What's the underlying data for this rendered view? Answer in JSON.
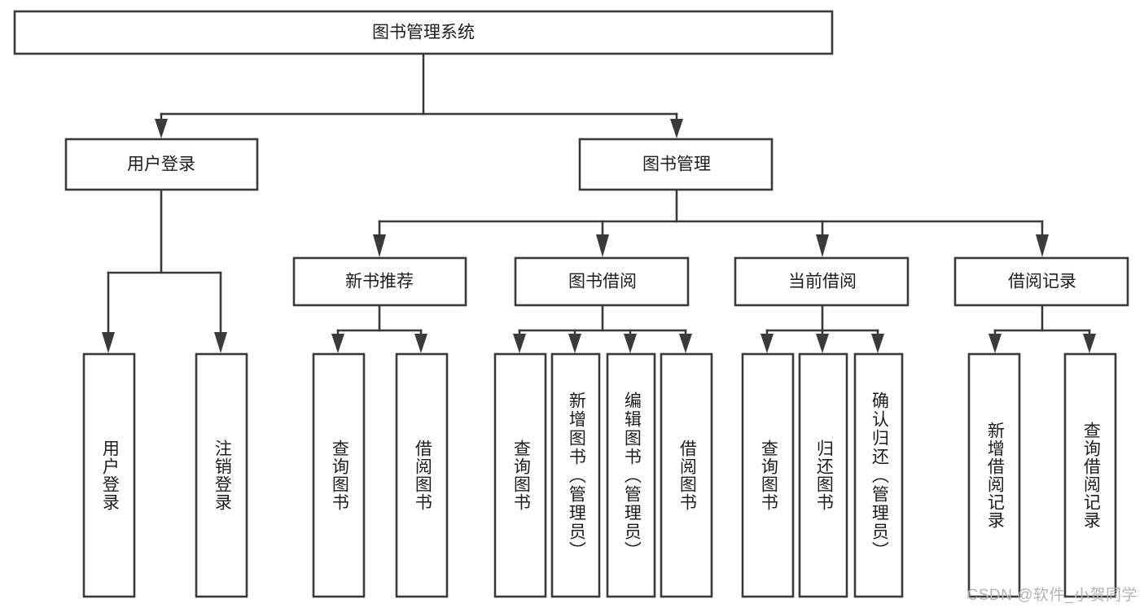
{
  "diagram": {
    "title_node": {
      "label": "图书管理系统"
    },
    "level2": [
      {
        "id": "user-login",
        "label": "用户登录"
      },
      {
        "id": "book-management",
        "label": "图书管理"
      }
    ],
    "level3": [
      {
        "id": "new-book-recommend",
        "label": "新书推荐"
      },
      {
        "id": "book-borrow",
        "label": "图书借阅"
      },
      {
        "id": "current-borrow",
        "label": "当前借阅"
      },
      {
        "id": "borrow-record",
        "label": "借阅记录"
      }
    ],
    "leaves": [
      {
        "id": "leaf-user-login",
        "label": "用户登录",
        "parent": "user-login"
      },
      {
        "id": "leaf-user-logout",
        "label": "注销登录",
        "parent": "user-login"
      },
      {
        "id": "leaf-query-book-1",
        "label": "查询图书",
        "parent": "new-book-recommend"
      },
      {
        "id": "leaf-borrow-book-1",
        "label": "借阅图书",
        "parent": "new-book-recommend"
      },
      {
        "id": "leaf-query-book-2",
        "label": "查询图书",
        "parent": "book-borrow"
      },
      {
        "id": "leaf-add-book",
        "label": "新增图书（管理员）",
        "parent": "book-borrow"
      },
      {
        "id": "leaf-edit-book",
        "label": "编辑图书（管理员）",
        "parent": "book-borrow"
      },
      {
        "id": "leaf-borrow-book-2",
        "label": "借阅图书",
        "parent": "book-borrow"
      },
      {
        "id": "leaf-query-book-3",
        "label": "查询图书",
        "parent": "current-borrow"
      },
      {
        "id": "leaf-return-book",
        "label": "归还图书",
        "parent": "current-borrow"
      },
      {
        "id": "leaf-confirm-return",
        "label": "确认归还（管理员）",
        "parent": "current-borrow"
      },
      {
        "id": "leaf-add-record",
        "label": "新增借阅记录",
        "parent": "borrow-record"
      },
      {
        "id": "leaf-query-record",
        "label": "查询借阅记录",
        "parent": "borrow-record"
      }
    ],
    "colors": {
      "stroke": "#3a3a3a",
      "box_fill": "#ffffff",
      "text": "#1d1d1d",
      "background": "#ffffff",
      "watermark": "#b4b4b4"
    }
  },
  "watermark": {
    "text": "CSDN @软件_小贺同学"
  }
}
